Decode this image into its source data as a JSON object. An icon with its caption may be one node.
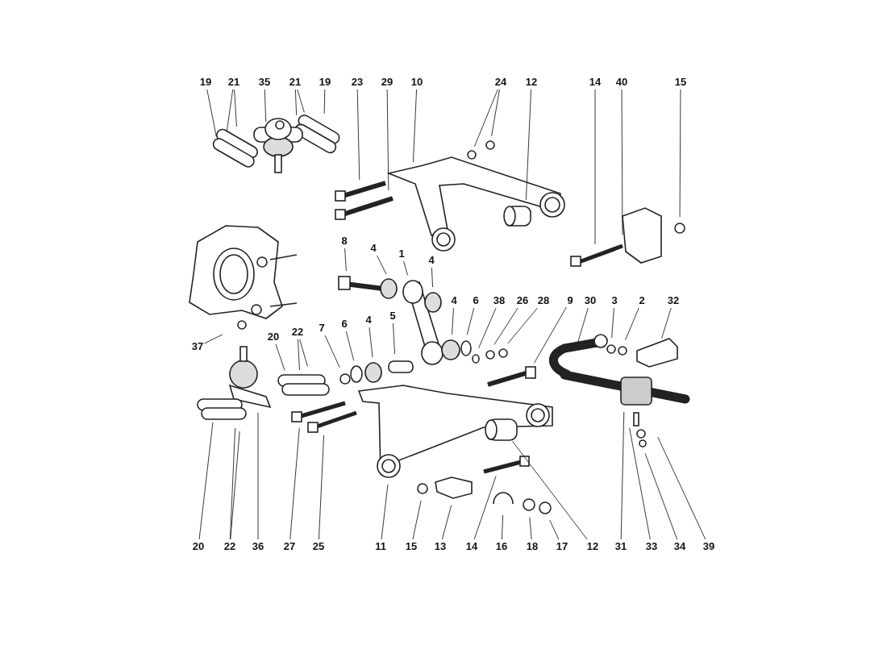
{
  "diagram": {
    "nodes": [
      {
        "text": [
          "19"
        ]
      },
      {
        "text": [
          "21"
        ]
      },
      {
        "text": [
          "35"
        ]
      },
      {
        "text": [
          "21"
        ]
      },
      {
        "text": [
          "19"
        ]
      },
      {
        "text": [
          "23"
        ]
      },
      {
        "text": [
          "29"
        ]
      },
      {
        "text": [
          "10"
        ]
      },
      {
        "text": [
          "24"
        ]
      },
      {
        "text": [
          "12"
        ]
      },
      {
        "text": [
          "14"
        ]
      },
      {
        "text": [
          "40"
        ]
      },
      {
        "text": [
          "15"
        ]
      },
      {
        "text": [
          "8"
        ]
      },
      {
        "text": [
          "4"
        ]
      },
      {
        "text": [
          "1"
        ]
      },
      {
        "text": [
          "4"
        ]
      },
      {
        "text": [
          "37"
        ]
      },
      {
        "text": [
          "7"
        ]
      },
      {
        "text": [
          "6"
        ]
      },
      {
        "text": [
          "4"
        ]
      },
      {
        "text": [
          "5"
        ]
      },
      {
        "text": [
          "20"
        ]
      },
      {
        "text": [
          "22"
        ]
      },
      {
        "text": [
          "4"
        ]
      },
      {
        "text": [
          "6"
        ]
      },
      {
        "text": [
          "38"
        ]
      },
      {
        "text": [
          "26"
        ]
      },
      {
        "text": [
          "28"
        ]
      },
      {
        "text": [
          "9"
        ]
      },
      {
        "text": [
          "30"
        ]
      },
      {
        "text": [
          "3"
        ]
      },
      {
        "text": [
          "2"
        ]
      },
      {
        "text": [
          "32"
        ]
      },
      {
        "text": [
          "20"
        ]
      },
      {
        "text": [
          "22"
        ]
      },
      {
        "text": [
          "36"
        ]
      },
      {
        "text": [
          "27"
        ]
      },
      {
        "text": [
          "25"
        ]
      },
      {
        "text": [
          "11"
        ]
      },
      {
        "text": [
          "15"
        ]
      },
      {
        "text": [
          "13"
        ]
      },
      {
        "text": [
          "14"
        ]
      },
      {
        "text": [
          "16"
        ]
      },
      {
        "text": [
          "18"
        ]
      },
      {
        "text": [
          "17"
        ]
      },
      {
        "text": [
          "12"
        ]
      },
      {
        "text": [
          "31"
        ]
      },
      {
        "text": [
          "33"
        ]
      },
      {
        "text": [
          "34"
        ]
      },
      {
        "text": [
          "39"
        ]
      }
    ],
    "edges": [
      {
        "from": 0,
        "to": null,
        "arrow": "none"
      },
      {
        "from": 1,
        "to": null,
        "arrow": "none"
      },
      {
        "from": 1,
        "to": null,
        "arrow": "none"
      },
      {
        "from": 2,
        "to": null,
        "arrow": "none"
      },
      {
        "from": 3,
        "to": null,
        "arrow": "none"
      },
      {
        "from": 3,
        "to": null,
        "arrow": "none"
      },
      {
        "from": 4,
        "to": null,
        "arrow": "none"
      },
      {
        "from": 5,
        "to": null,
        "arrow": "none"
      },
      {
        "from": 6,
        "to": null,
        "arrow": "none"
      },
      {
        "from": 7,
        "to": null,
        "arrow": "none"
      },
      {
        "from": 8,
        "to": null,
        "arrow": "none"
      },
      {
        "from": 8,
        "to": null,
        "arrow": "none"
      },
      {
        "from": 9,
        "to": null,
        "arrow": "none"
      },
      {
        "from": 10,
        "to": null,
        "arrow": "none"
      },
      {
        "from": 11,
        "to": null,
        "arrow": "none"
      },
      {
        "from": 12,
        "to": null,
        "arrow": "none"
      },
      {
        "from": 13,
        "to": null,
        "arrow": "none"
      },
      {
        "from": 14,
        "to": null,
        "arrow": "none"
      },
      {
        "from": 15,
        "to": null,
        "arrow": "none"
      },
      {
        "from": 16,
        "to": null,
        "arrow": "none"
      },
      {
        "from": 17,
        "to": null,
        "arrow": "none"
      },
      {
        "from": 18,
        "to": null,
        "arrow": "none"
      },
      {
        "from": 19,
        "to": null,
        "arrow": "none"
      },
      {
        "from": 20,
        "to": null,
        "arrow": "none"
      },
      {
        "from": 21,
        "to": null,
        "arrow": "none"
      },
      {
        "from": 22,
        "to": null,
        "arrow": "none"
      },
      {
        "from": 23,
        "to": null,
        "arrow": "none"
      },
      {
        "from": 23,
        "to": null,
        "arrow": "none"
      },
      {
        "from": 24,
        "to": null,
        "arrow": "none"
      },
      {
        "from": 25,
        "to": null,
        "arrow": "none"
      },
      {
        "from": 26,
        "to": null,
        "arrow": "none"
      },
      {
        "from": 27,
        "to": null,
        "arrow": "none"
      },
      {
        "from": 28,
        "to": null,
        "arrow": "none"
      },
      {
        "from": 29,
        "to": null,
        "arrow": "none"
      },
      {
        "from": 30,
        "to": null,
        "arrow": "none"
      },
      {
        "from": 31,
        "to": null,
        "arrow": "none"
      },
      {
        "from": 32,
        "to": null,
        "arrow": "none"
      },
      {
        "from": 33,
        "to": null,
        "arrow": "none"
      },
      {
        "from": 34,
        "to": null,
        "arrow": "none"
      },
      {
        "from": 35,
        "to": null,
        "arrow": "none"
      },
      {
        "from": 35,
        "to": null,
        "arrow": "none"
      },
      {
        "from": 36,
        "to": null,
        "arrow": "none"
      },
      {
        "from": 37,
        "to": null,
        "arrow": "none"
      },
      {
        "from": 38,
        "to": null,
        "arrow": "none"
      },
      {
        "from": 39,
        "to": null,
        "arrow": "none"
      },
      {
        "from": 40,
        "to": null,
        "arrow": "none"
      },
      {
        "from": 41,
        "to": null,
        "arrow": "none"
      },
      {
        "from": 42,
        "to": null,
        "arrow": "none"
      },
      {
        "from": 43,
        "to": null,
        "arrow": "none"
      },
      {
        "from": 44,
        "to": null,
        "arrow": "none"
      },
      {
        "from": 45,
        "to": null,
        "arrow": "none"
      },
      {
        "from": 46,
        "to": null,
        "arrow": "none"
      },
      {
        "from": 47,
        "to": null,
        "arrow": "none"
      },
      {
        "from": 48,
        "to": null,
        "arrow": "none"
      },
      {
        "from": 49,
        "to": null,
        "arrow": "none"
      },
      {
        "from": 50,
        "to": null,
        "arrow": "none"
      }
    ]
  }
}
